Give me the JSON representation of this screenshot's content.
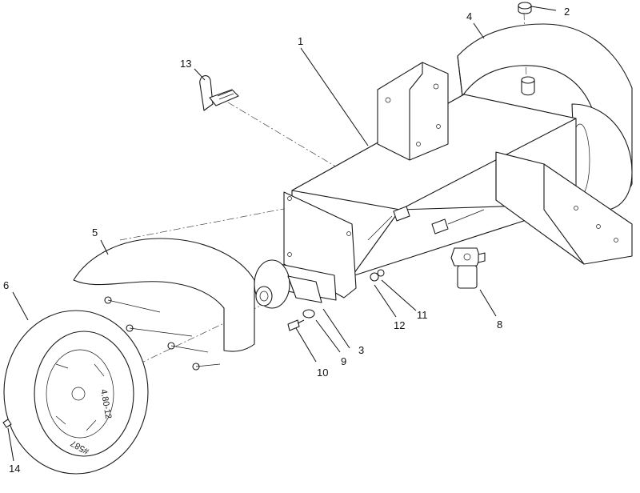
{
  "callouts": [
    "1",
    "2",
    "3",
    "4",
    "5",
    "6",
    "8",
    "9",
    "10",
    "11",
    "12",
    "13",
    "14"
  ],
  "tire_markings": [
    "4.80-12",
    "#587"
  ]
}
